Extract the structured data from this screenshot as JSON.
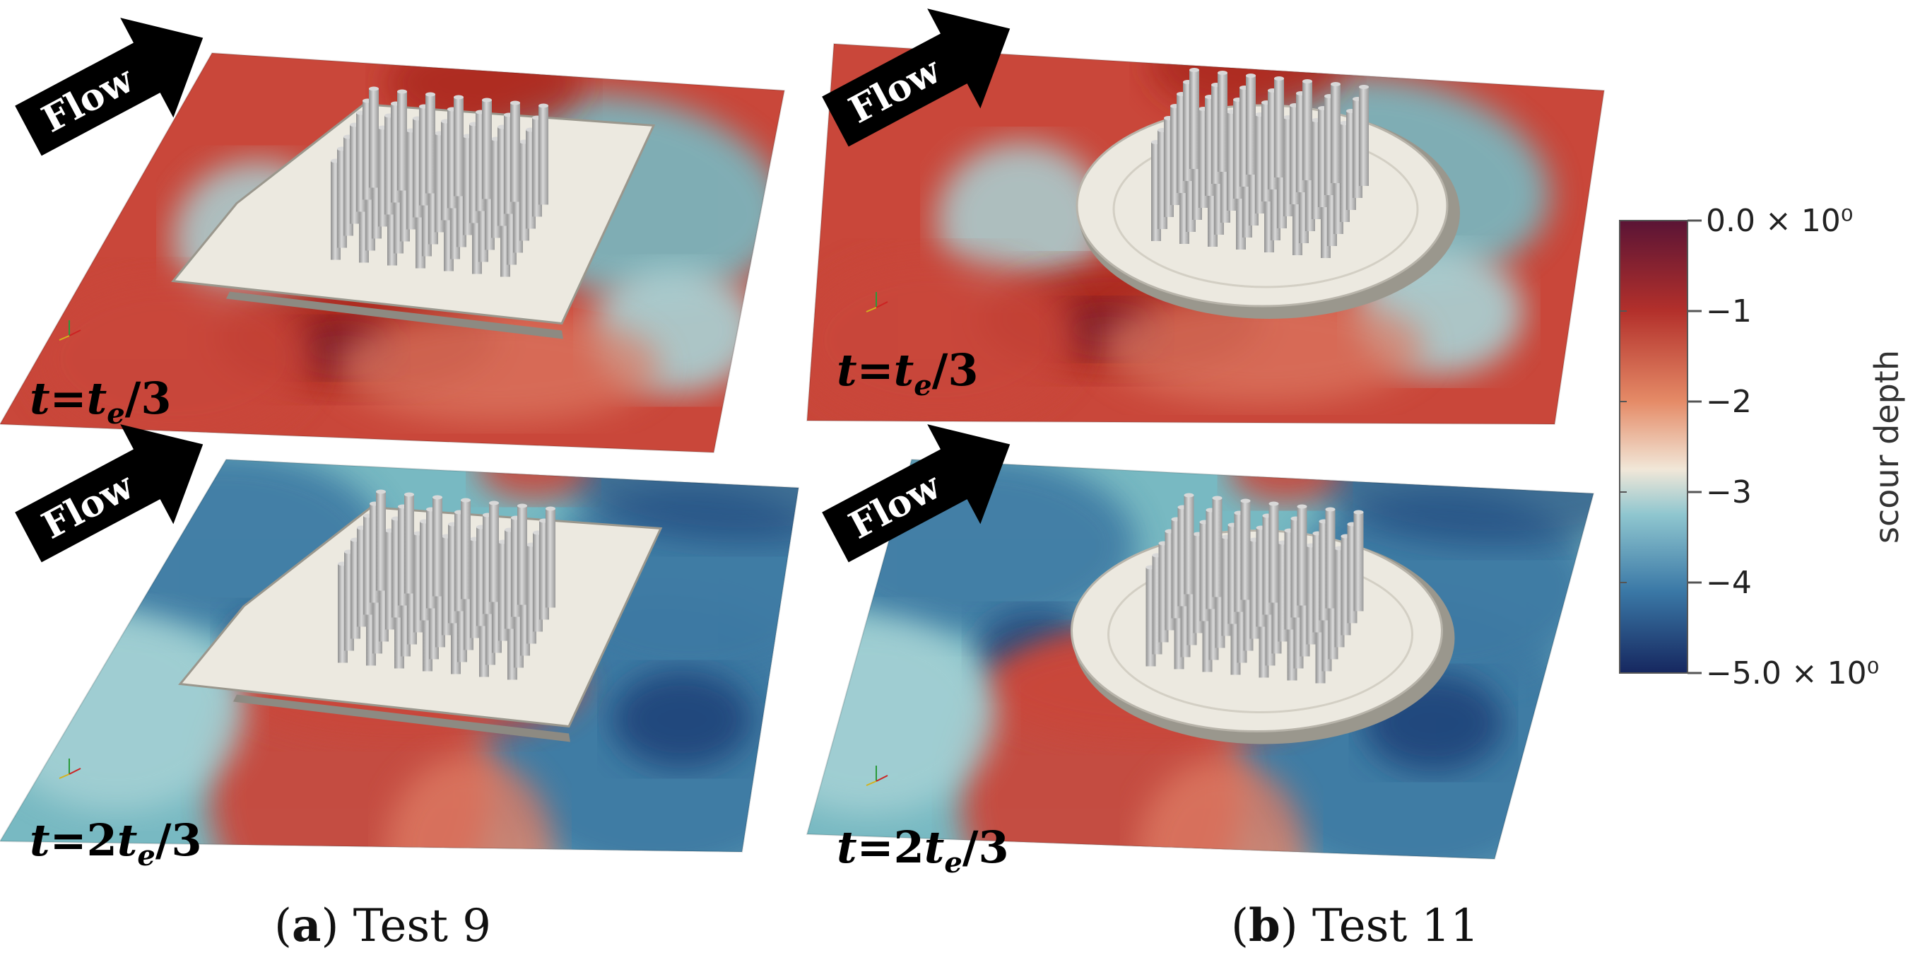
{
  "panels": [
    {
      "key": "a",
      "caption_letter": "a",
      "caption_text": "Test 9",
      "foundation": "square",
      "rows": [
        {
          "flow_label": "Flow",
          "time_label": "t=te/3",
          "time_parts": [
            "t",
            "=",
            "t",
            "e",
            "/3"
          ],
          "scheme": "early"
        },
        {
          "flow_label": "Flow",
          "time_label": "t=2te/3",
          "time_parts": [
            "t",
            "=2",
            "t",
            "e",
            "/3"
          ],
          "scheme": "late"
        }
      ]
    },
    {
      "key": "b",
      "caption_letter": "b",
      "caption_text": "Test 11",
      "foundation": "circle",
      "rows": [
        {
          "flow_label": "Flow",
          "time_label": "t=te/3",
          "time_parts": [
            "t",
            "=",
            "t",
            "e",
            "/3"
          ],
          "scheme": "early"
        },
        {
          "flow_label": "Flow",
          "time_label": "t=2te/3",
          "time_parts": [
            "t",
            "=2",
            "t",
            "e",
            "/3"
          ],
          "scheme": "late"
        }
      ]
    }
  ],
  "colorbar": {
    "title": "scour depth",
    "ticks": [
      {
        "value": 0,
        "label": "0.0 × 10⁰"
      },
      {
        "value": -1,
        "label": "−1"
      },
      {
        "value": -2,
        "label": "−2"
      },
      {
        "value": -3,
        "label": "−3"
      },
      {
        "value": -4,
        "label": "−4"
      },
      {
        "value": -5,
        "label": "−5.0 × 10⁰"
      }
    ],
    "range": [
      -5,
      0
    ],
    "colors": {
      "c0": "#5a1435",
      "c1": "#b3302b",
      "c2": "#e58b67",
      "c3": "#f1e7d8",
      "c4": "#8fc6cf",
      "c5": "#3a78a6",
      "c6": "#16275f"
    }
  },
  "surface_colors": {
    "deep_red": "#a8261f",
    "red": "#c9473a",
    "salmon": "#dd7a63",
    "cream": "#f0e6d8",
    "teal_light": "#a9d3d6",
    "teal": "#78b9c2",
    "blue": "#3e79a3",
    "navy": "#1f3f77",
    "pile": "#b6b6b6",
    "pile_light": "#d8d8d8",
    "pad": "#ece9e0"
  }
}
